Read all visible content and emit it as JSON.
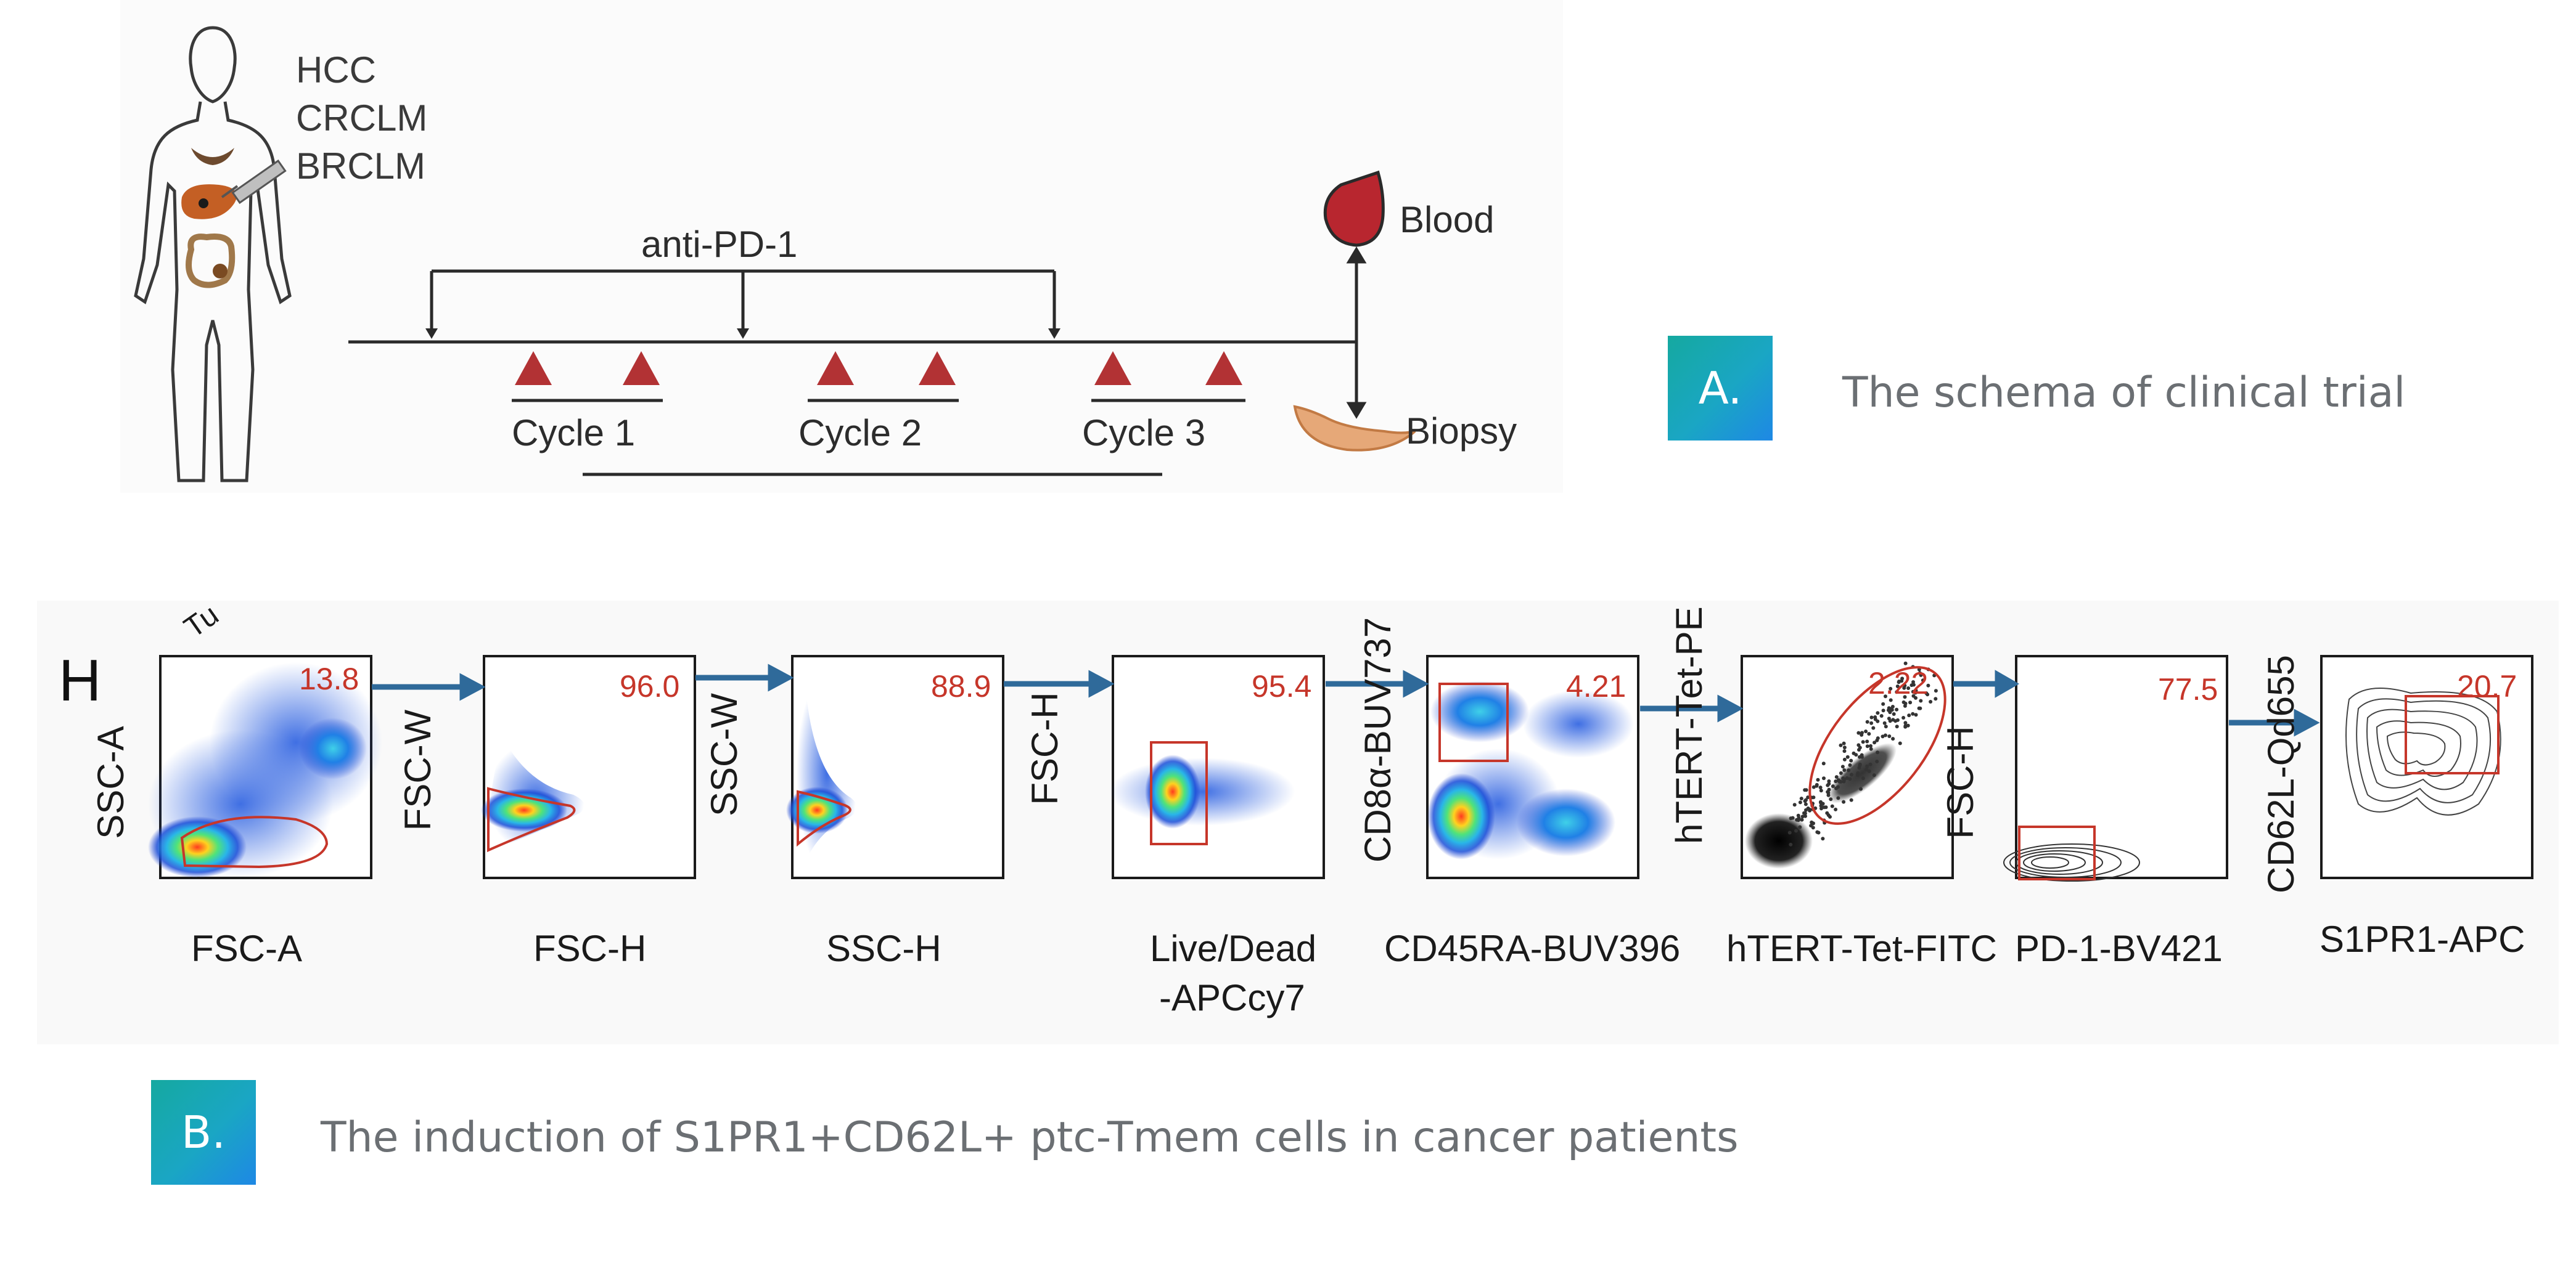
{
  "schema": {
    "cancer_types": [
      "HCC",
      "CRCLM",
      "BRCLM"
    ],
    "treatment_label": "anti-PD-1",
    "cycles": [
      "Cycle 1",
      "Cycle 2",
      "Cycle 3"
    ],
    "samples": [
      "Blood",
      "Biopsy"
    ],
    "colors": {
      "triangle": "#b23234",
      "blood": "#b8262f",
      "biopsy": "#e6a878",
      "line": "#2a2a2a"
    }
  },
  "panel_a": {
    "badge": "A.",
    "caption": "The schema of clinical trial"
  },
  "flow": {
    "panel_letter": "H",
    "header_fragment": "Tu",
    "arrow_color": "#2f6a9a",
    "plots": [
      {
        "id": "p1",
        "xlabel": "FSC-A",
        "ylabel": "SSC-A",
        "value": "13.8",
        "style": "density"
      },
      {
        "id": "p2",
        "xlabel": "FSC-H",
        "ylabel": "FSC-W",
        "value": "96.0",
        "style": "density"
      },
      {
        "id": "p3",
        "xlabel": "SSC-H",
        "ylabel": "SSC-W",
        "value": "88.9",
        "style": "density"
      },
      {
        "id": "p4",
        "xlabel": "Live/Dead",
        "xlabel2": "-APCcy7",
        "ylabel": "FSC-H",
        "value": "95.4",
        "style": "density"
      },
      {
        "id": "p5",
        "xlabel": "CD45RA-BUV396",
        "ylabel": "CD8α-BUV737",
        "value": "4.21",
        "style": "density"
      },
      {
        "id": "p6",
        "xlabel": "hTERT-Tet-FITC",
        "ylabel": "hTERT-Tet-PE",
        "value": "2.22",
        "style": "dots"
      },
      {
        "id": "p7",
        "xlabel": "PD-1-BV421",
        "ylabel": "FSC-H",
        "value": "77.5",
        "style": "contour"
      },
      {
        "id": "p8",
        "xlabel": "S1PR1-APC",
        "ylabel": "CD62L-Qd655",
        "value": "20.7",
        "style": "contour"
      }
    ]
  },
  "panel_b": {
    "badge": "B.",
    "caption": "The induction of S1PR1+CD62L+ ptc-Tmem cells in cancer patients"
  }
}
